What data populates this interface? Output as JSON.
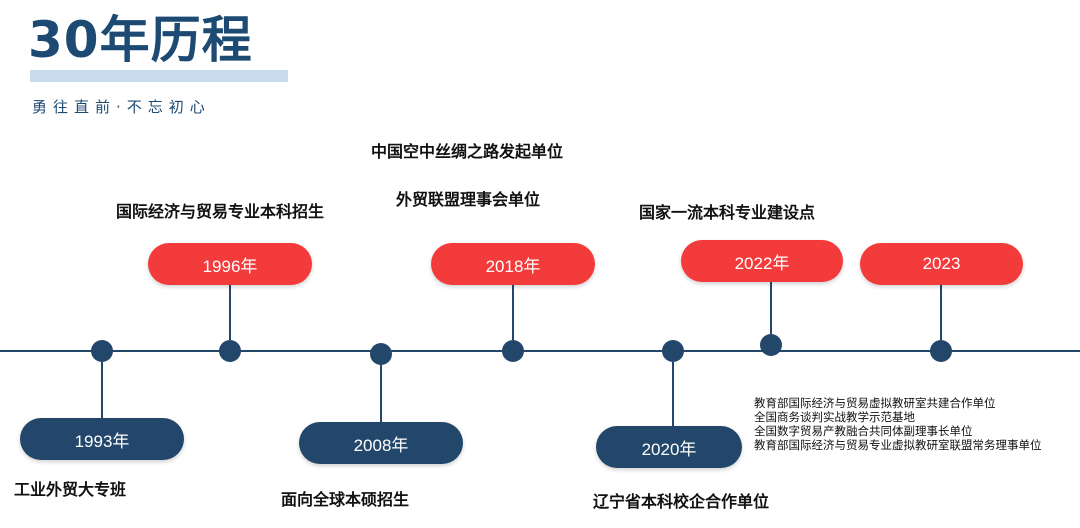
{
  "header": {
    "title": "30年历程",
    "subtitle": "勇往直前·不忘初心"
  },
  "milestones": [
    {
      "year": "1993年",
      "text": "工业外贸大专班"
    },
    {
      "year": "1996年",
      "text": "国际经济与贸易专业本科招生"
    },
    {
      "year": "2008年",
      "text": "面向全球本硕招生"
    },
    {
      "year": "2018年",
      "text": [
        "中国空中丝绸之路发起单位",
        "外贸联盟理事会单位"
      ]
    },
    {
      "year": "2020年",
      "text": "辽宁省本科校企合作单位"
    },
    {
      "year": "2022年",
      "text": "国家一流本科专业建设点"
    },
    {
      "year": "2023",
      "notes": [
        "教育部国际经济与贸易虚拟教研室共建合作单位",
        "全国商务谈判实战教学示范基地",
        "全国数字贸易产教融合共同体副理事长单位",
        "教育部国际经济与贸易专业虚拟教研室联盟常务理事单位"
      ]
    }
  ],
  "colors": {
    "accent_red": "#f33b3b",
    "navy": "#23476b",
    "title_blue": "#1d4a73"
  }
}
